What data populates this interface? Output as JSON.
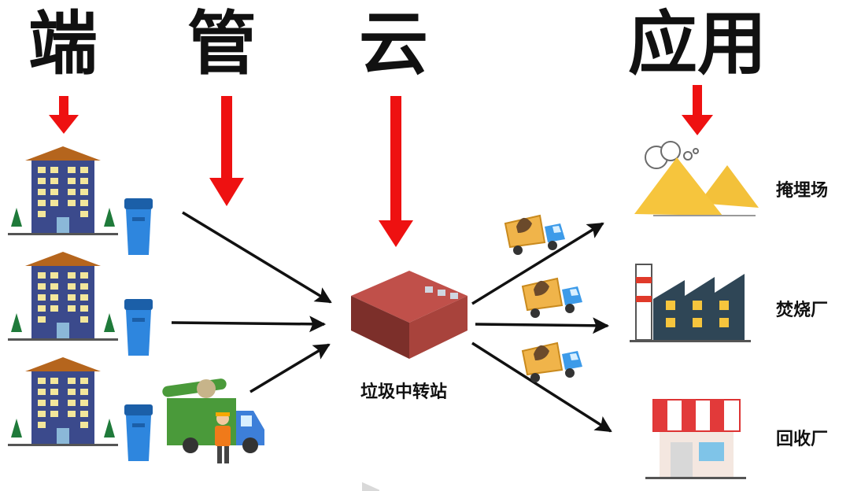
{
  "headings": {
    "h1": "端",
    "h2": "管",
    "h3": "云",
    "h4": "应用"
  },
  "labels": {
    "station": "垃圾中转站",
    "landfill": "掩埋场",
    "incinerator": "焚烧厂",
    "recycle": "回收厂"
  },
  "colors": {
    "red_arrow": "#ee1111",
    "black_arrow": "#111111",
    "building": "#3b4a8c",
    "roof": "#b5651d",
    "bin": "#2e86de",
    "truck_green": "#4a9a3a"
  },
  "icons": [
    "down-arrow-icon",
    "apartment-building-icon",
    "trash-bin-icon",
    "garbage-truck-icon",
    "worker-icon",
    "transfer-station-icon",
    "dump-truck-icon",
    "landfill-mound-icon",
    "factory-icon",
    "shop-icon"
  ]
}
